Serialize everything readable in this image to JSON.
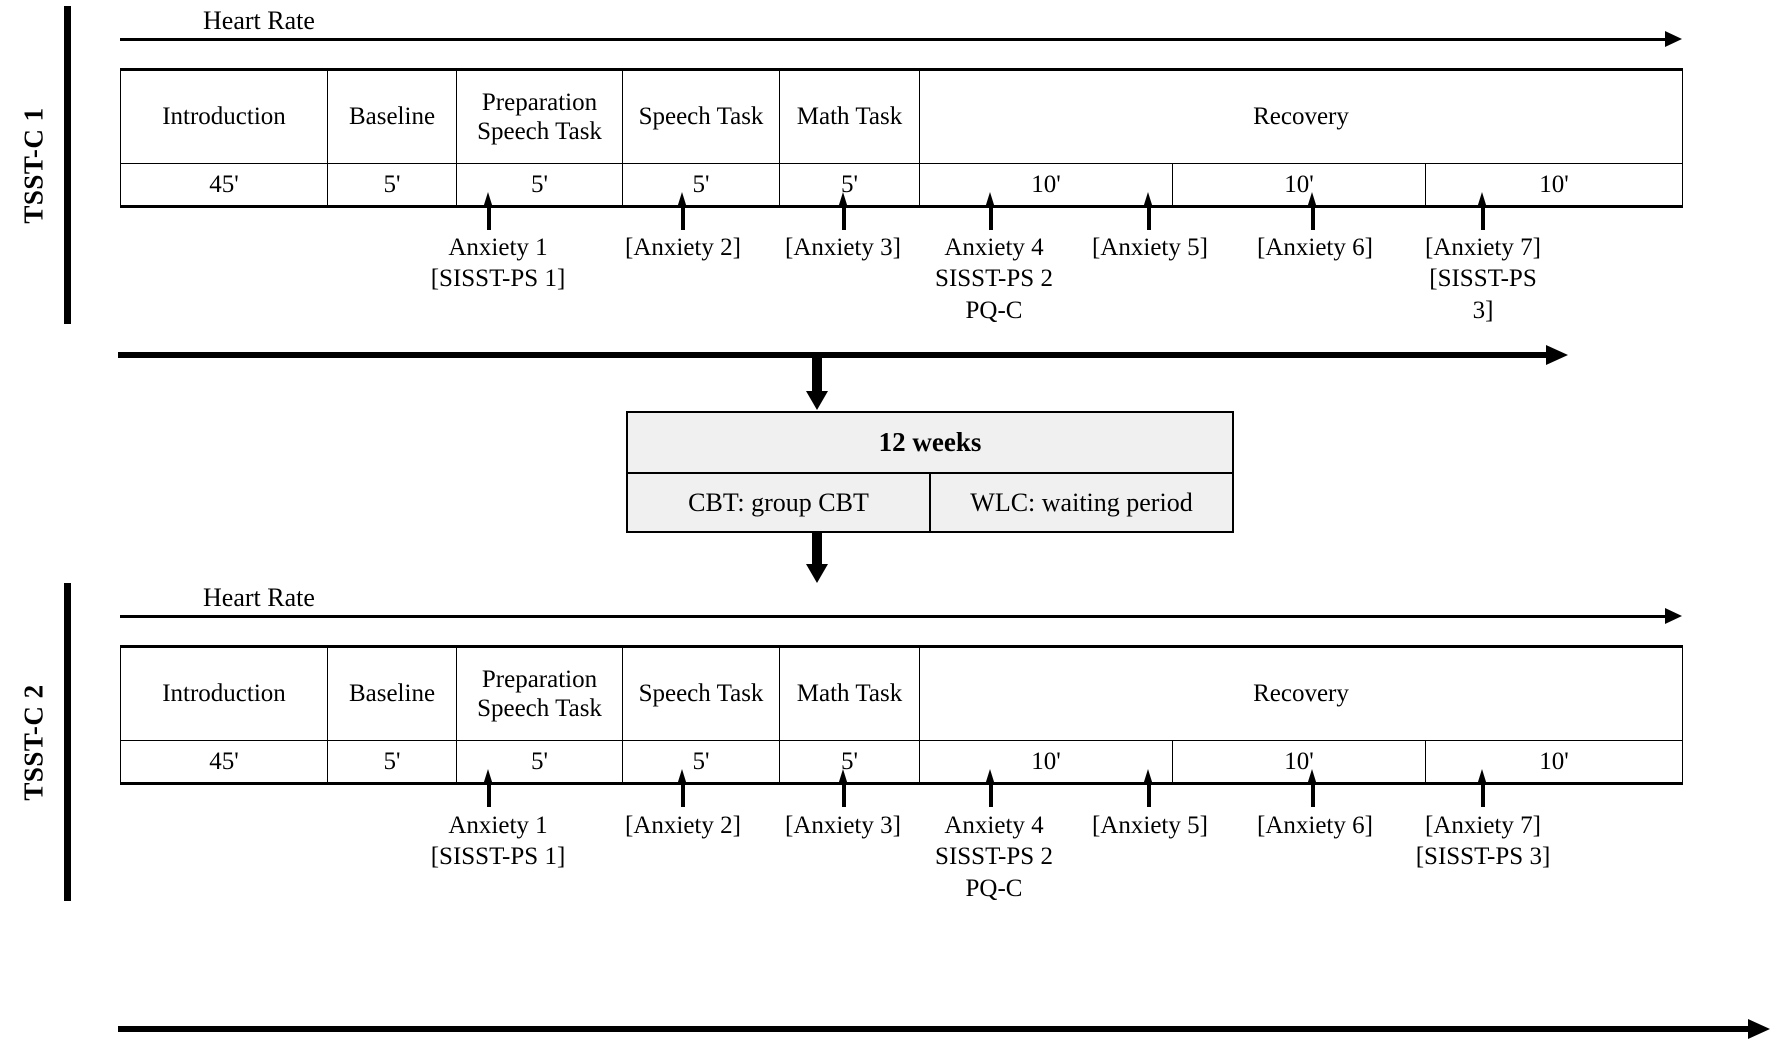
{
  "figure": {
    "panels": [
      {
        "id": "tsst-c-1",
        "side_label": "TSST-C 1",
        "heart_rate_label": "Heart Rate",
        "columns": [
          {
            "phase": "Introduction",
            "spans": [
              {
                "time": "45'"
              }
            ]
          },
          {
            "phase": "Baseline",
            "spans": [
              {
                "time": "5'"
              }
            ]
          },
          {
            "phase": "Preparation\nSpeech Task",
            "spans": [
              {
                "time": "5'"
              }
            ]
          },
          {
            "phase": "Speech Task",
            "spans": [
              {
                "time": "5'"
              }
            ]
          },
          {
            "phase": "Math Task",
            "spans": [
              {
                "time": "5'"
              }
            ]
          },
          {
            "phase": "Recovery",
            "spans": [
              {
                "time": "10'"
              },
              {
                "time": "10'"
              },
              {
                "time": "10'"
              }
            ]
          }
        ],
        "measurements": [
          {
            "label": "Anxiety 1\n[SISST-PS 1]"
          },
          {
            "label": "[Anxiety 2]"
          },
          {
            "label": "[Anxiety 3]"
          },
          {
            "label": "Anxiety 4\nSISST-PS 2\nPQ-C"
          },
          {
            "label": "[Anxiety 5]"
          },
          {
            "label": "[Anxiety 6]"
          },
          {
            "label": "[Anxiety 7]\n[SISST-PS\n3]"
          }
        ]
      },
      {
        "id": "tsst-c-2",
        "side_label": "TSST-C 2",
        "heart_rate_label": "Heart Rate",
        "columns": [
          {
            "phase": "Introduction",
            "spans": [
              {
                "time": "45'"
              }
            ]
          },
          {
            "phase": "Baseline",
            "spans": [
              {
                "time": "5'"
              }
            ]
          },
          {
            "phase": "Preparation\nSpeech Task",
            "spans": [
              {
                "time": "5'"
              }
            ]
          },
          {
            "phase": "Speech Task",
            "spans": [
              {
                "time": "5'"
              }
            ]
          },
          {
            "phase": "Math Task",
            "spans": [
              {
                "time": "5'"
              }
            ]
          },
          {
            "phase": "Recovery",
            "spans": [
              {
                "time": "10'"
              },
              {
                "time": "10'"
              },
              {
                "time": "10'"
              }
            ]
          }
        ],
        "measurements": [
          {
            "label": "Anxiety 1\n[SISST-PS 1]"
          },
          {
            "label": "[Anxiety 2]"
          },
          {
            "label": "[Anxiety 3]"
          },
          {
            "label": "Anxiety 4\nSISST-PS 2\nPQ-C"
          },
          {
            "label": "[Anxiety 5]"
          },
          {
            "label": "[Anxiety 6]"
          },
          {
            "label": "[Anxiety 7]\n[SISST-PS 3]"
          }
        ]
      }
    ],
    "interval": {
      "title": "12 weeks",
      "arms": [
        {
          "label": "CBT: group CBT"
        },
        {
          "label": "WLC: waiting period"
        }
      ],
      "fill_color": "#f0f0f0"
    },
    "colors": {
      "ink": "#000000",
      "page": "#ffffff",
      "box_fill": "#f0f0f0"
    }
  }
}
